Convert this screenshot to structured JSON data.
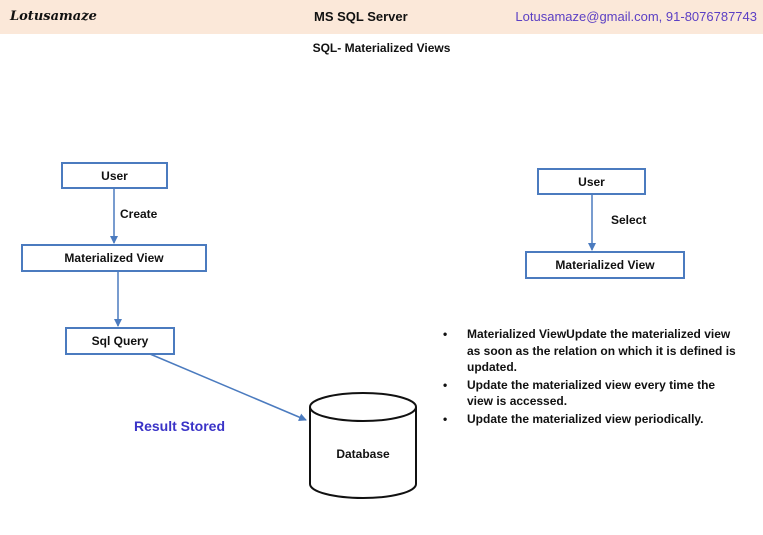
{
  "header": {
    "brand": "Lotusamaze",
    "title": "MS SQL Server",
    "contact": "Lotusamaze@gmail.com, 91-8076787743"
  },
  "page_title": "SQL- Materialized Views",
  "left_flow": {
    "user": "User",
    "create_label": "Create",
    "materialized_view": "Materialized View",
    "sql_query": "Sql Query",
    "result_stored": "Result Stored",
    "database": "Database"
  },
  "right_flow": {
    "user": "User",
    "select_label": "Select",
    "materialized_view": "Materialized View"
  },
  "bullets": [
    "Materialized ViewUpdate the materialized view as soon as the relation on which it is defined is updated.",
    "Update the materialized view every time the view is accessed.",
    "Update the materialized view periodically."
  ],
  "colors": {
    "box_border": "#4b7bbf",
    "header_bg": "#fbe8d9",
    "contact_text": "#5b3fc4",
    "result_stored_text": "#3a33c7"
  }
}
